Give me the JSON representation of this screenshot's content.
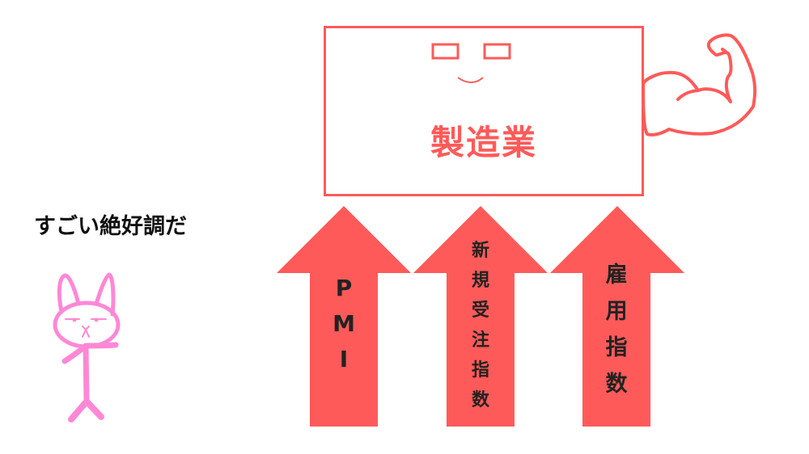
{
  "caption": "すごい絶好調だ",
  "box": {
    "label": "製造業"
  },
  "arrows": [
    {
      "label": [
        "P",
        "M",
        "I"
      ]
    },
    {
      "label": [
        "新",
        "規",
        "受",
        "注",
        "指",
        "数"
      ]
    },
    {
      "label": [
        "雇",
        "用",
        "指",
        "数"
      ]
    }
  ],
  "colors": {
    "accent": "#ff5a5a",
    "cat": "#ff88d6",
    "text": "#111111"
  }
}
